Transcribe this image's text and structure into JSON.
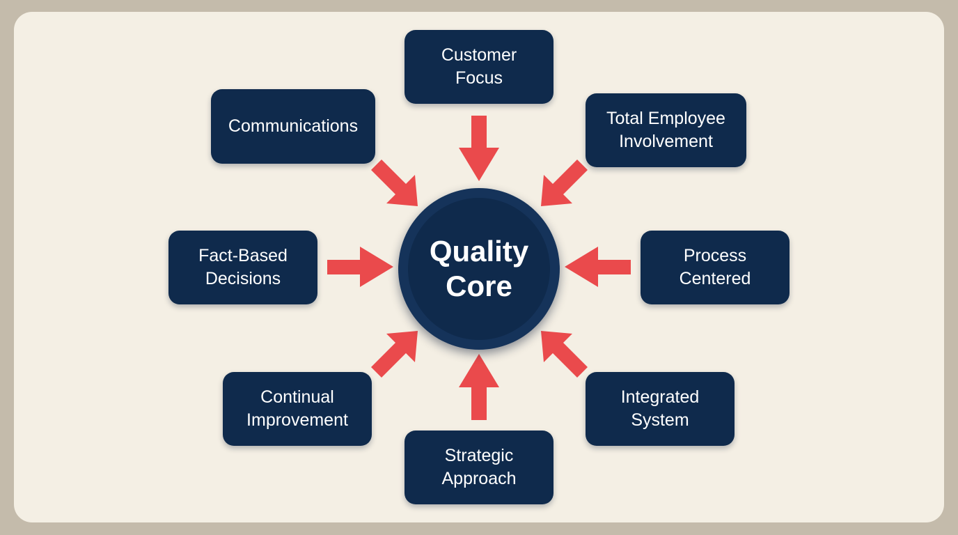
{
  "diagram": {
    "core": {
      "line1": "Quality",
      "line2": "Core"
    },
    "nodes": {
      "customer_focus": {
        "line1": "Customer",
        "line2": "Focus"
      },
      "communications": {
        "line1": "Communications"
      },
      "total_employee": {
        "line1": "Total Employee",
        "line2": "Involvement"
      },
      "fact_based": {
        "line1": "Fact-Based",
        "line2": "Decisions"
      },
      "process_centered": {
        "line1": "Process",
        "line2": "Centered"
      },
      "continual_improvement": {
        "line1": "Continual",
        "line2": "Improvement"
      },
      "integrated_system": {
        "line1": "Integrated",
        "line2": "System"
      },
      "strategic_approach": {
        "line1": "Strategic",
        "line2": "Approach"
      }
    },
    "colors": {
      "frame_outer": "#c4bbab",
      "background": "#f4efe4",
      "node_fill": "#0f2a4c",
      "arrow": "#ea4a4c",
      "text": "#ffffff"
    }
  }
}
